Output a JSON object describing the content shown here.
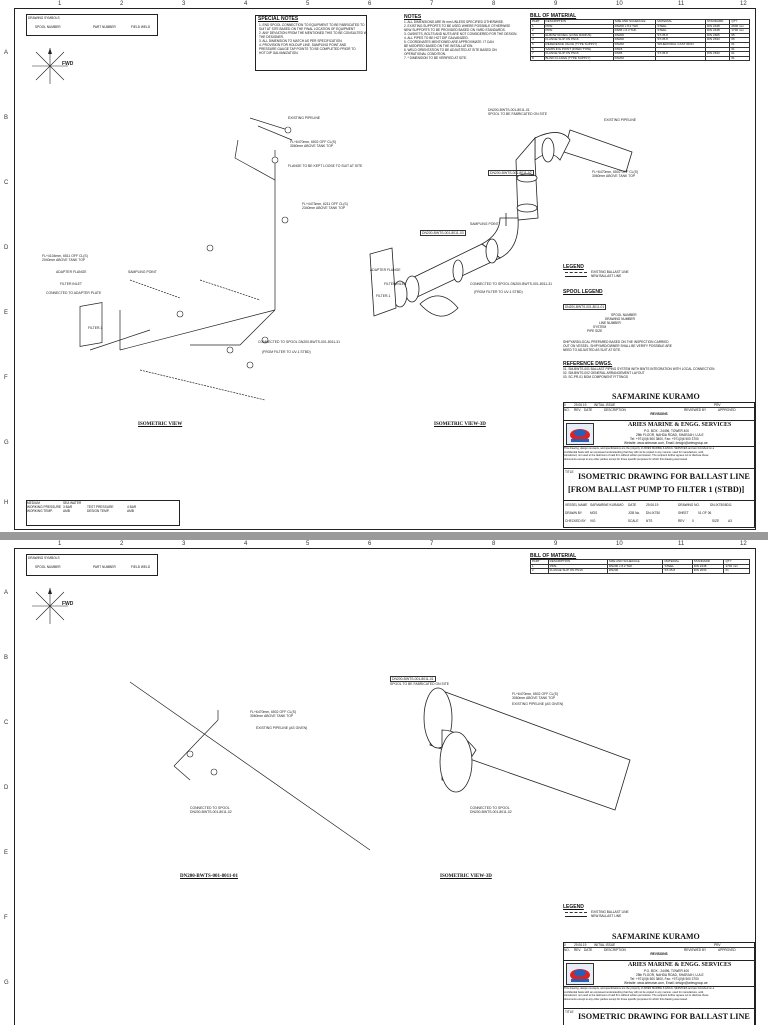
{
  "zone_numbers": [
    "1",
    "2",
    "3",
    "4",
    "5",
    "6",
    "7",
    "8",
    "9",
    "10",
    "11",
    "12"
  ],
  "zone_letters": [
    "A",
    "B",
    "C",
    "D",
    "E",
    "F",
    "G",
    "H"
  ],
  "drawing_symbols": {
    "title": "DRAWING SYMBOLS",
    "items": [
      "SPOOL NUMBER",
      "PART NUMBER",
      "FIELD WELD"
    ]
  },
  "north": "FWD",
  "special_notes": {
    "title": "SPECIAL NOTES",
    "lines": [
      "1. END SPOOL CONNECTION TO EQUIPMENT TO BE FABRICATED TO",
      "   SUIT AT SITE BASED ON THE FINAL LOCATION OF EQUIPMENT",
      "2. ANY DEVIATION FROM THE MENTIONED THIS TO BE CONSULTED WITH",
      "   THE DESIGNER.",
      "3. ALL DIMENSION TO MATCH AS PER SPECIFICATION.",
      "4. PROVISION FOR HOLDUP LINE, SAMPLING POINT AND",
      "   PRESSURE GAUGE TAP POINTS TO BE COMPLETED PRIOR TO",
      "   HOT DIP GALVANIZATION."
    ]
  },
  "notes": {
    "title": "NOTES",
    "lines": [
      "1. ALL DIMENSIONS ARE IN mm UNLESS SPECIFIED OTHERWISE.",
      "2. EXISTING SUPPORTS TO BE USED WHERE POSSIBLE OTHERWISE",
      "   NEW SUPPORTS TO BE PROVIDED BASED ON YARD STANDARDS.",
      "3. GASKETS, BOLTS AND NUTS ARE NOT CONSIDERED FOR THE DESIGN.",
      "4. ALL PIPES TO BE HOT DIP GALVANIZED.",
      "5. COORDINATES MENTIONED ARE APPROXIMATE. IT CAN",
      "   BE MODIFIED BASED ON THE INSTALLATION.",
      "6. WELD ORIENTATION TO BE ADJUSTED AT SITE BASED ON",
      "   OPERATIONAL CONDITION.",
      "7. * DIMENSION TO BE VERIFIED AT SITE."
    ]
  },
  "bom1": {
    "title": "BILL OF MATERIAL",
    "headers": [
      "PART",
      "DESCRIPTION",
      "SIZE AND SCHEDULE",
      "MATERIAL",
      "STANDARD",
      "QTY"
    ],
    "rows": [
      [
        "1",
        "PIPE",
        "DN200 x 8.2 THK",
        "STEEL",
        "DIN 2448",
        "2600 mm"
      ],
      [
        "2",
        "PIPE",
        "DN65 x 6.3 THK",
        "STEEL",
        "DIN 2448",
        "1730 mm"
      ],
      [
        "3",
        "ELBOW 90 DEG (LONG RADIUS)",
        "DN200",
        "ST-35.8",
        "DIN 2605",
        "05"
      ],
      [
        "4",
        "FLANGE SLIP ON PN16",
        "DN200",
        "ST-35.8",
        "DIN 2633",
        "06"
      ],
      [
        "5",
        "REFERENCE VALVE (TYPE SUPPLY)",
        "DN200",
        "SPHEROIDAL CAST IRON",
        "",
        "01"
      ],
      [
        "6",
        "SAMPLING POINT (FIXED TYPE)",
        "DN15",
        "",
        "",
        "01"
      ],
      [
        "7",
        "FLANGE SLIP ON PN16",
        "DN65",
        "ST-35.8",
        "DIN 2633",
        "01"
      ],
      [
        "8",
        "BLIND FLANGE (TYPE SUPPLY)",
        "DN200",
        "",
        "",
        "01"
      ]
    ]
  },
  "bom2": {
    "title": "BILL OF MATERIAL",
    "headers": [
      "PART",
      "DESCRIPTION",
      "SIZE AND SCHEDULE",
      "MATERIAL",
      "STANDARD",
      "QTY"
    ],
    "rows": [
      [
        "1",
        "PIPE",
        "DN200 x 8.2 THK",
        "STEEL",
        "DIN 2448",
        "1730 mm"
      ],
      [
        "2",
        "FLANGE SLIP ON PN16",
        "DN200",
        "ST-35.8",
        "DIN 2633",
        "01"
      ]
    ]
  },
  "legend": {
    "title": "LEGEND",
    "items": [
      "EXISTING BALLAST LINE",
      "NEW BALLAST LINE"
    ]
  },
  "spool_legend": {
    "title": "SPOOL LEGEND",
    "code": "DN200-BWTS-001-8011-01",
    "items": [
      "SPOOL NUMBER",
      "DRAWING NUMBER",
      "LINE NUMBER",
      "SYSTEM",
      "PIPE SIZE"
    ]
  },
  "shipyard_note": [
    "SHIPYARD/LOCAL PREPARED BASED ON THE INSPECTION CARRIED",
    "OUT ON VESSEL. SHIPYARD/OWNER SHALL BE VERIFY POSSIBLE ARE",
    "NEED TO ADJUSTED AS SUIT AT SITE."
  ],
  "reference": {
    "title": "REFERENCE DWGS.",
    "lines": [
      "01. SM-BWTS-001 BALLAST PIPING SYSTEM WITH BWTS INTEGRATION WITH LOCAL CONNECTION",
      "02. SM-BWTS-002 GENERAL ARRANGEMENT LAYOUT",
      "03. SC-PR-01 BOM COMPONENT FITTINGS"
    ]
  },
  "ship_name": "SAFMARINE KURAMO",
  "revisions": {
    "row": [
      "0",
      "29.06.19",
      "INITIAL ISSUE",
      "",
      "PRV"
    ],
    "headers": [
      "NO.",
      "REV.",
      "DATE",
      "DESCRIPTION",
      "REVIEWED BY",
      "APPROVED"
    ],
    "title": "REVISIONS"
  },
  "company": {
    "name": "ARIES MARINE & ENGG. SERVICES",
    "address1": "P.O. BOX - 24496, TOWER 400",
    "address2": "25th FLOOR, NAHDA ROAD, SHARJAH, U.A.E",
    "contact": "Tel: +971(0)6 500 3800, Fax: +971(0)6 500 3700",
    "web": "Website: www.ariesmar.com, Email: design@ariesgroup.ae"
  },
  "disclaimer": [
    "This drawing, design concepts, and specifications are the property of ARIES MARINE & ENGG. SERVICES and are furnished on a",
    "confidential basis with an expressed understanding that they will not be copied in any manner, used for manufacture, sold,",
    "transferred, nor used to the detriment of said firm without written permission. The recipient further agrees not to disclose these",
    "documents except to any other parties except for those specific purposes for which this drawing was issued."
  ],
  "drawing_title1": {
    "line1": "ISOMETRIC DRAWING FOR BALLAST LINE",
    "line2": "[FROM BALLAST PUMP TO FILTER 1 (STBD)]",
    "prefix": "TITLE"
  },
  "drawing_title2": {
    "line1": "ISOMETRIC DRAWING FOR BALLAST LINE",
    "prefix": "TITLE"
  },
  "title_block": {
    "vessel_label": "VESSEL NAME",
    "vessel": "SAFMARINE KURAMO",
    "date_label": "DATE",
    "date": "29.06.19",
    "drawing_label": "DRAWING NO.",
    "drawing_no": "DN-IX750/8011",
    "drawn_label": "DRAWN BY",
    "drawn": "MOS",
    "job_label": "JOB No.",
    "job": "DN-IX750",
    "sheet_label": "SHEET",
    "sheet": "01 OF 06",
    "checked_label": "CHECKED BY",
    "checked": "VIG",
    "scale_label": "SCALE",
    "scale": "NTS",
    "rev_label": "REV",
    "rev": "0",
    "size_label": "SIZE",
    "size": "A3"
  },
  "test_block": {
    "rows": [
      [
        "MEDIUM",
        "SEA WATER",
        "",
        ""
      ],
      [
        "WORKING PRESSURE",
        "3 BAR",
        "TEST PRESSURE",
        "4 BAR"
      ],
      [
        "WORKING TEMP.",
        "AMB",
        "DESIGN TEMP.",
        "AMB"
      ]
    ]
  },
  "view_titles": {
    "iso1": "ISOMETRIC VIEW",
    "iso2": "ISOMETRIC VIEW-3D",
    "iso3": "DN200-BWTS-001-8011-01",
    "iso4": "ISOMETRIC VIEW-3D"
  },
  "callouts1": {
    "existing_pipeline": "EXISTING PIPELINE",
    "flange_note": "FLANGE TO BE KEPT LOOSE TO SUIT AT SITE",
    "fl_note1": "FL+6470mm, 6502 OFF CL(S)",
    "fl_note1b": "3060mm ABOVE TANK TOP",
    "fl_note2": "FL+4473mm, 6211 OFF CL(S)",
    "fl_note2b": "2340mm ABOVE TANK TOP",
    "fl_note3": "FL+4104mm, 6511 OFF CL(S)",
    "fl_note3b": "2040mm ABOVE TANK TOP",
    "adapter": "ADAPTER FLANGE",
    "filter_inlet": "FILTER INLET",
    "connected": "CONNECTED TO ADAPTER PLATE",
    "sampling": "SAMPLING POINT",
    "filter": "FILTER-1",
    "spool_conn": "CONNECTED TO SPOOL DN200-BWTS-001-8011-31",
    "spool_conn2": "(FROM FILTER TO UV-1 STBD)",
    "iso_ref": "DN200-BWTS-001-8011-01",
    "to_fab": "SPOOL TO BE FABRICATED ON SITE",
    "dn_label": "DN200-BWTS-001-8011-02",
    "dn_label2": "DN200-BWTS-001-8011-03"
  },
  "callouts2": {
    "fl_note": "FL+6470mm, 6502 OFF CL(S)",
    "fl_note_b": "3060mm ABOVE TANK TOP",
    "existing": "EXISTING PIPELINE (AS GIVEN)",
    "conn": "CONNECTED TO SPOOL",
    "conn_b": "DN200-BWTS-001-8011-02",
    "ref": "DN200-BWTS-001-8011-01",
    "ref_b": "SPOOL TO BE FABRICATED ON SITE"
  }
}
